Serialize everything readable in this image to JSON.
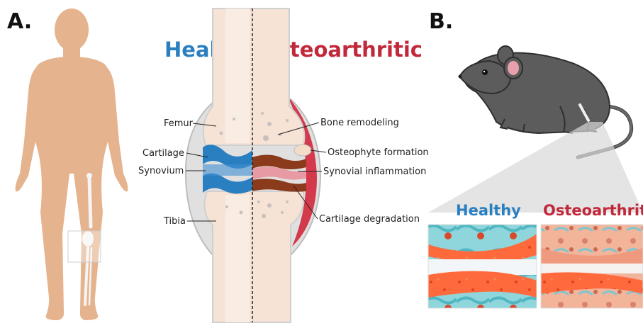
{
  "panels": {
    "a": "A.",
    "b": "B."
  },
  "joint": {
    "healthy_title": "Healthy",
    "oa_title": "Osteoarthritic",
    "labels": {
      "femur": "Femur",
      "cartilage": "Cartilage",
      "synovium": "Synovium",
      "tibia": "Tibia",
      "bone_remodeling": "Bone remodeling",
      "osteophyte": "Osteophyte formation",
      "synovial_inflammation": "Synovial inflammation",
      "cartilage_degradation": "Cartilage degradation"
    }
  },
  "histology": {
    "healthy_title": "Healthy",
    "oa_title": "Osteoarthritic"
  },
  "colors": {
    "healthy": "#2a7fc1",
    "osteoarthritic": "#c1283a",
    "skin": "#e5b38e",
    "bone": "#f6e3d6",
    "cartilage": "#2a7fc1",
    "mouse": "#5c5c5c"
  }
}
